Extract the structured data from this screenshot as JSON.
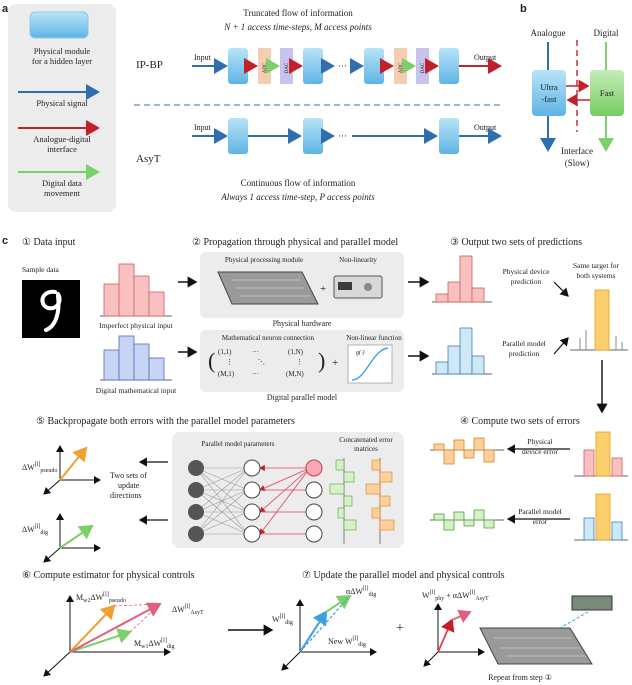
{
  "panel_labels": {
    "a": "a",
    "b": "b",
    "c": "c"
  },
  "legend": {
    "module": "Physical module for a hidden layer",
    "physical_signal": "Physical signal",
    "interface": "Analogue-digital interface",
    "digital": "Digital data movement"
  },
  "panel_a": {
    "top_caption_line1": "Truncated flow of information",
    "top_caption_line2": "N + 1 access time-steps, M access points",
    "ipbp_label": "IP-BP",
    "asyt_label": "AsyT",
    "input": "Input",
    "output": "Output",
    "adc": "ADC",
    "dac": "DAC",
    "dots": "···",
    "bottom_caption_line1": "Continuous flow of information",
    "bottom_caption_line2": "Always 1 access time-step, P access points",
    "colors": {
      "module": "#7ec8ec",
      "signal": "#2f6fb0",
      "interface": "#c0202a",
      "digital": "#7ccf6a",
      "adc": "#f5cdb0",
      "dac": "#c7c3ee"
    }
  },
  "panel_b": {
    "analogue": "Analogue",
    "digital": "Digital",
    "ultrafast_line1": "Ultra",
    "ultrafast_line2": "-fast",
    "fast": "Fast",
    "interface_line1": "Interface",
    "interface_line2": "(Slow)"
  },
  "panel_c": {
    "step1": "① Data input",
    "step2": "② Propagation through physical and parallel model",
    "step3": "③ Output two sets of predictions",
    "step4": "④ Compute two sets of errors",
    "step5": "⑤ Backpropagate both errors with the parallel model parameters",
    "step6": "⑥ Compute estimator for physical controls",
    "step7": "⑦ Update the parallel model and physical controls",
    "sample_data": "Sample data",
    "imperfect_input": "Imperfect physical input",
    "digital_input": "Digital mathematical input",
    "physical_processing": "Physical processing module",
    "nonlinearity": "Non-linearity",
    "physical_hardware": "Physical hardware",
    "math_connection": "Mathematical neuron connection",
    "nonlinear_function": "Non-linear function",
    "digital_parallel_model": "Digital parallel model",
    "physical_device_prediction_line1": "Physical device",
    "physical_device_prediction_line2": "prediction",
    "parallel_model_prediction_line1": "Parallel model",
    "parallel_model_prediction_line2": "prediction",
    "same_target_line1": "Same target for",
    "same_target_line2": "both systems",
    "physical_device_error_line1": "Physical",
    "physical_device_error_line2": "device error",
    "parallel_model_error_line1": "Parallel model",
    "parallel_model_error_line2": "error",
    "parallel_model_parameters": "Parallel model parameters",
    "concat_error_line1": "Concatenated error",
    "concat_error_line2": "matrices",
    "update_dirs_line1": "Two sets of",
    "update_dirs_line2": "update",
    "update_dirs_line3": "directions",
    "delta_w_pseudo": "ΔW[l]pseudo",
    "delta_w_dig": "ΔW[l]dig",
    "mw2_term": "Mw2ΔW[l]pseudo",
    "mw1_term": "Mw1ΔW[l]dig",
    "delta_w_asyt": "ΔW[l]AsyT",
    "alpha_dw_dig": "αΔW[l]dig",
    "w_dig": "W[l]dig",
    "new_w_dig": "New W[l]dig",
    "w_phy_update": "W[l]phy + αΔW[l]AsyT",
    "plus": "+",
    "repeat": "Repeat from step ①",
    "matrix_11": "(1,1)",
    "matrix_1N": "(1,N)",
    "matrix_M1": "(M,1)",
    "matrix_MN": "(M,N)",
    "g_x": "g(·)"
  }
}
